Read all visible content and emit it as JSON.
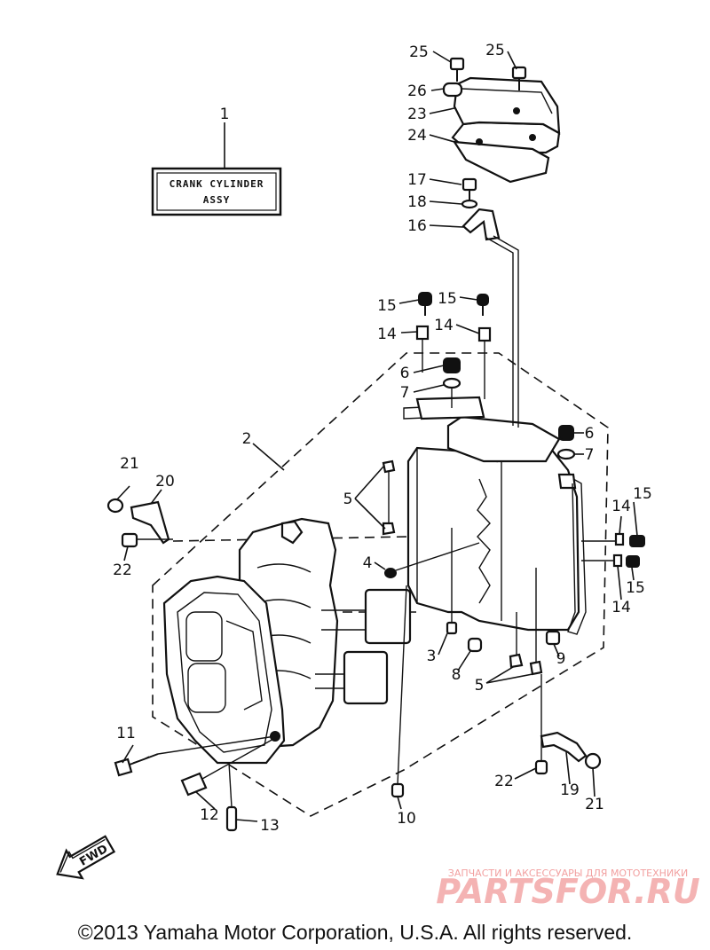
{
  "diagram": {
    "title_box": {
      "line1": "CRANK CYLINDER",
      "line2": "ASSY"
    },
    "callouts": {
      "c1": "1",
      "c2": "2",
      "c3": "3",
      "c4": "4",
      "c5a": "5",
      "c5b": "5",
      "c6a": "6",
      "c6b": "6",
      "c7a": "7",
      "c7b": "7",
      "c8": "8",
      "c9": "9",
      "c10": "10",
      "c11": "11",
      "c12": "12",
      "c13": "13",
      "c14a": "14",
      "c14b": "14",
      "c14c": "14",
      "c14d": "14",
      "c15a": "15",
      "c15b": "15",
      "c15c": "15",
      "c15d": "15",
      "c16": "16",
      "c17": "17",
      "c18": "18",
      "c19": "19",
      "c20": "20",
      "c21a": "21",
      "c21b": "21",
      "c22a": "22",
      "c22b": "22",
      "c23": "23",
      "c24": "24",
      "c25a": "25",
      "c25b": "25",
      "c26": "26"
    },
    "fwd_label": "FWD"
  },
  "watermark": {
    "tagline": "ЗАПЧАСТИ И АКСЕССУАРЫ ДЛЯ МОТОТЕХНИКИ",
    "brand": "PARTSFOR.RU"
  },
  "footer": {
    "copyright": "©2013 Yamaha Motor Corporation, U.S.A. All rights reserved."
  }
}
